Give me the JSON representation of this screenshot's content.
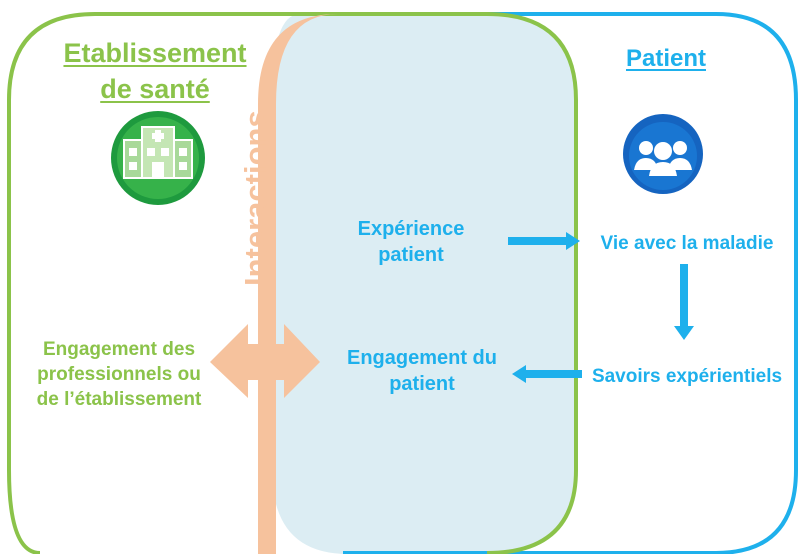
{
  "colors": {
    "green": "#8bc34a",
    "blue": "#1eb0ec",
    "orange": "#f6c29d",
    "fill": "#dcedf3",
    "dark_green": "#1e9a3e",
    "dark_blue": "#1564c0"
  },
  "establishment": {
    "title_line1": "Etablissement",
    "title_line2": "de santé",
    "icon": "hospital-icon"
  },
  "patient": {
    "title": "Patient",
    "icon": "people-group-icon"
  },
  "interactions": {
    "label": "Interactions"
  },
  "nodes": {
    "experience_line1": "Expérience",
    "experience_line2": "patient",
    "engagement_patient_line1": "Engagement du",
    "engagement_patient_line2": "patient",
    "vie": "Vie avec la maladie",
    "savoirs": "Savoirs expérientiels",
    "engagement_pro_line1": "Engagement des",
    "engagement_pro_line2": "professionnels ou",
    "engagement_pro_line3": "de l’établissement"
  }
}
